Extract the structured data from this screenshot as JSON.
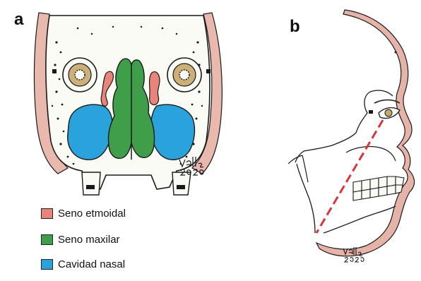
{
  "panels": {
    "a": {
      "letter": "a",
      "signature": [
        "Valls",
        "2020"
      ]
    },
    "b": {
      "letter": "b",
      "signature": [
        "Valls",
        "2020"
      ]
    }
  },
  "legend": [
    {
      "label": "Seno etmoidal",
      "color": "#e8847a"
    },
    {
      "label": "Seno maxilar",
      "color": "#3f9e4a"
    },
    {
      "label": "Cavidad nasal",
      "color": "#2aa3dc"
    }
  ],
  "colors": {
    "bone_outline": "#1a1a1a",
    "skin": "#e6b3a8",
    "eye_iris": "#c8a968",
    "guide_line": "#d9343b"
  }
}
